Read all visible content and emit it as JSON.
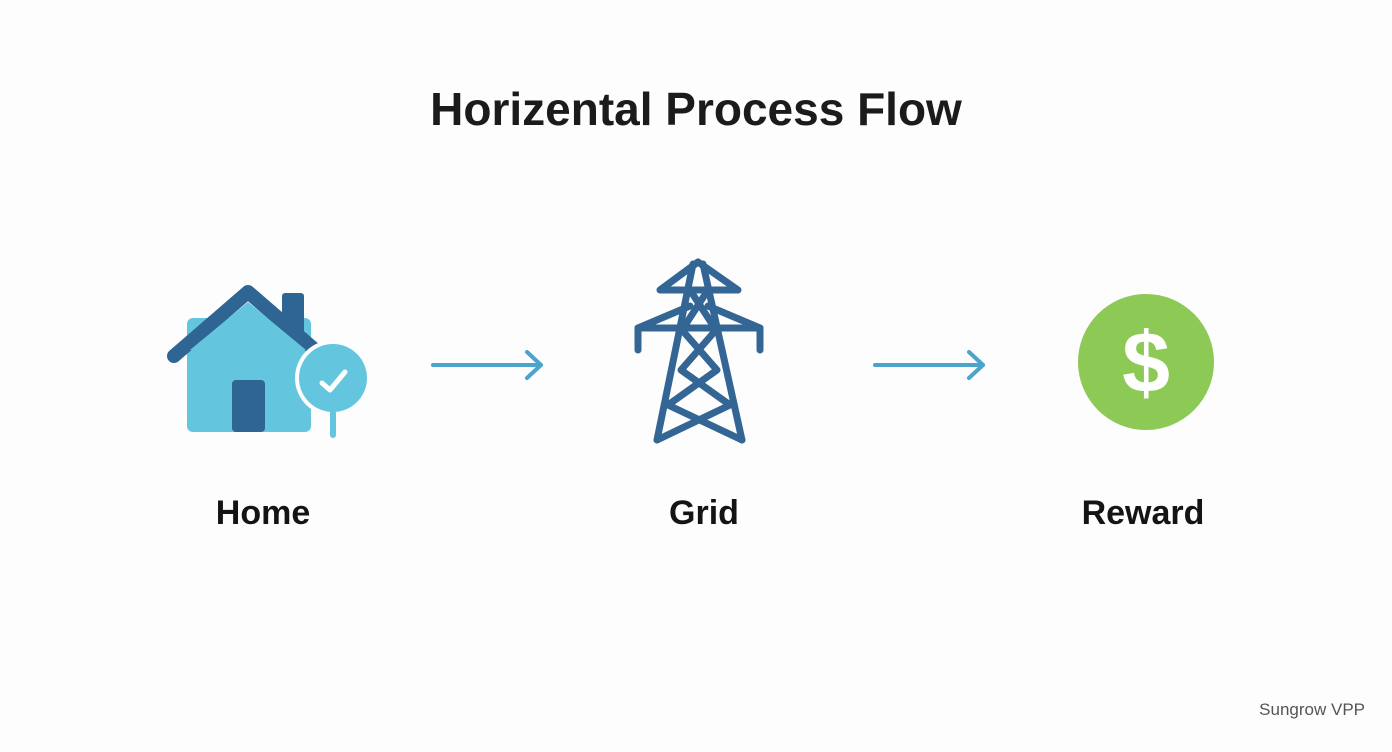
{
  "title": "Horizental Process Flow",
  "steps": [
    {
      "label": "Home",
      "icon": "house-check-icon"
    },
    {
      "label": "Grid",
      "icon": "transmission-tower-icon"
    },
    {
      "label": "Reward",
      "icon": "dollar-coin-icon"
    }
  ],
  "footer": "Sungrow VPP",
  "colors": {
    "house_light": "#63c6de",
    "house_dark": "#2e6592",
    "tower": "#336694",
    "arrow": "#4aa4cc",
    "coin": "#8dc955"
  }
}
